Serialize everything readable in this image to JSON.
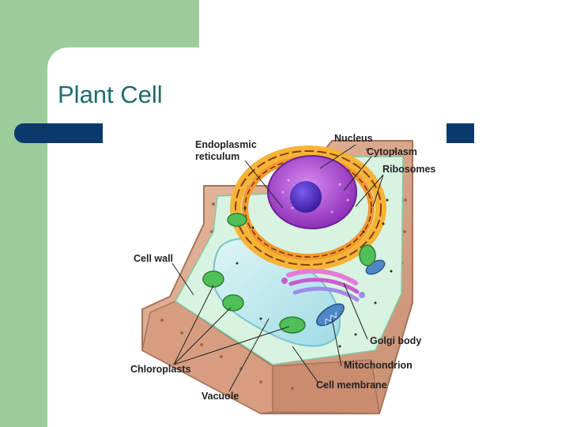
{
  "slide": {
    "title": "Plant Cell"
  },
  "diagram": {
    "labels": {
      "endoplasmic_line1": "Endoplasmic",
      "endoplasmic_line2": "reticulum",
      "nucleus": "Nucleus",
      "cytoplasm": "Cytoplasm",
      "ribosomes": "Ribosomes",
      "cell_wall": "Cell wall",
      "chloroplasts": "Chloroplasts",
      "vacuole": "Vacuole",
      "golgi_body": "Golgi body",
      "mitochondrion": "Mitochondrion",
      "cell_membrane": "Cell membrane"
    }
  },
  "colors": {
    "accent_green": "#9dcb9a",
    "bar_navy": "#0a3a6b",
    "title_teal": "#1f6b6e",
    "cell_wall": "#d9a88b",
    "cytoplasm": "#d8f3e0",
    "nucleus": "#b760d8",
    "vacuole": "#bfe9ee"
  }
}
